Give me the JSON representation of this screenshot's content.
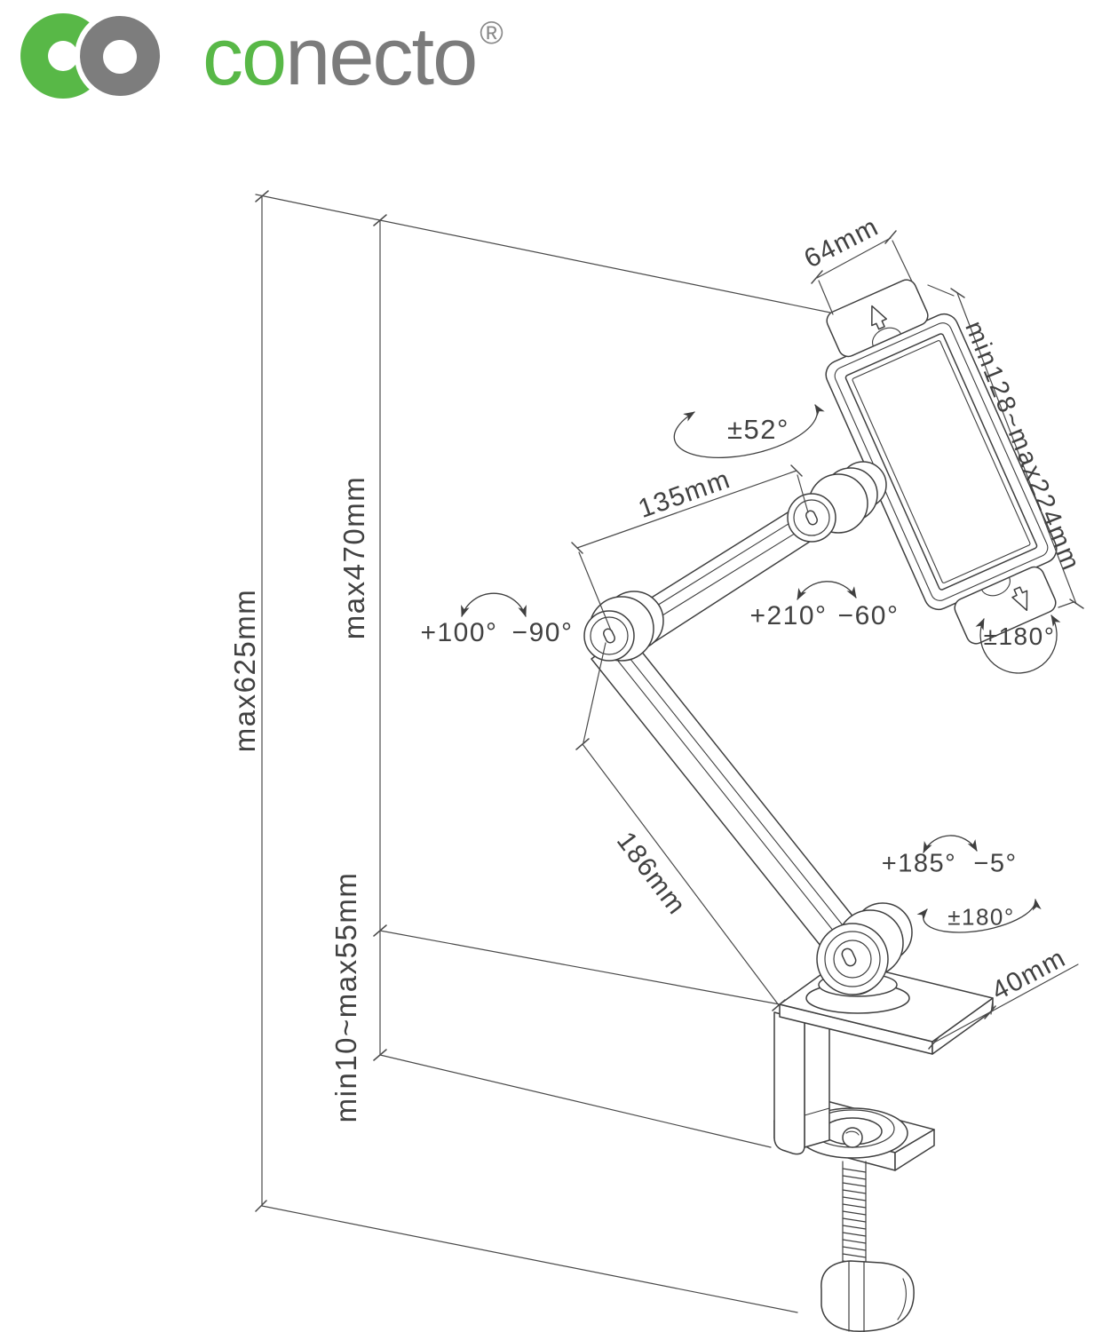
{
  "logo": {
    "text_green": "co",
    "text_gray": "necto",
    "registered": "®",
    "green_color": "#58b847",
    "gray_color": "#7d7d7d"
  },
  "dims": {
    "top_width": "64mm",
    "holder_range": "min128~max224mm",
    "holder_tilt": "±52°",
    "upper_arm_length": "135mm",
    "elbow_up": "+100°",
    "elbow_down": "−90°",
    "mid_up": "+210°",
    "mid_down": "−60°",
    "holder_rotation": "±180°",
    "lower_arm_length": "186mm",
    "base_up": "+185°",
    "base_down": "−5°",
    "base_rotation": "±180°",
    "clamp_width": "40mm",
    "total_height": "max625mm",
    "arm_reach": "max470mm",
    "clamp_range": "min10~max55mm"
  },
  "colors": {
    "line": "#3f3f3f",
    "label_text": "#414141"
  }
}
